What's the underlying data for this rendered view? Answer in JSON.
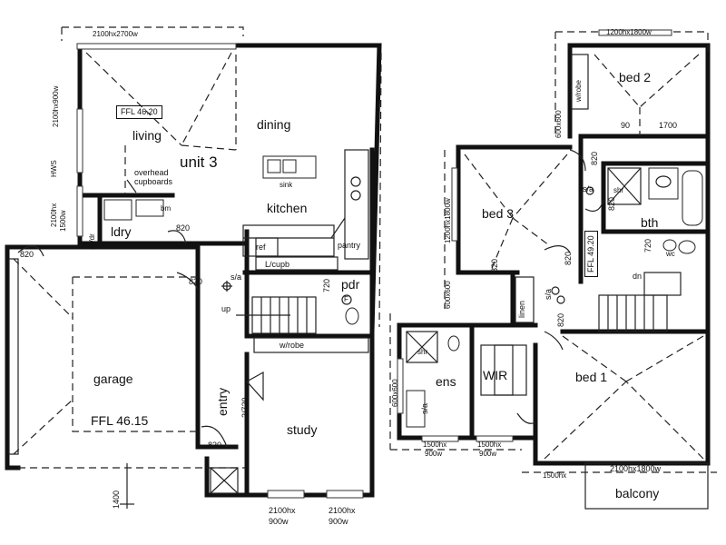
{
  "ground": {
    "unit": "unit 3",
    "ffl_upper": "FFL 46.20",
    "ffl_garage": "FFL 46.15",
    "rooms": {
      "living": "living",
      "dining": "dining",
      "kitchen": "kitchen",
      "ldry": "ldry",
      "garage": "garage",
      "study": "study",
      "entry": "entry",
      "pdr": "pdr",
      "pantry": "pantry"
    },
    "labels": {
      "sink": "sink",
      "ref": "ref",
      "lcupb": "L/cupb",
      "wrobe": "w/robe",
      "up": "up",
      "overhead": "overhead",
      "cupboards": "cupboards",
      "hws": "HWS",
      "sldr": "sL/dr",
      "bm": "bm",
      "sa1": "s/a",
      "f": "F"
    },
    "dims": {
      "window_top": "2100hx2700w",
      "window_left": "2100hx900w",
      "window_left2a": "2100hx",
      "window_left2b": "1500w",
      "d820_ldry": "820",
      "d820_garage": "820",
      "d820_hall": "820",
      "d820_entry": "820",
      "d720_pdr": "720",
      "d2720": "2/720",
      "d1400": "1400",
      "study_w1a": "2100hx",
      "study_w1b": "900w",
      "study_w2a": "2100hx",
      "study_w2b": "900w"
    }
  },
  "upper": {
    "ffl": "FFL 49.20",
    "rooms": {
      "bed2": "bed 2",
      "bed3": "bed 3",
      "bed1": "bed 1",
      "bth": "bth",
      "ens": "ens",
      "wir": "WIR",
      "linen": "linen",
      "balcony": "balcony",
      "dn": "dn"
    },
    "labels": {
      "wrobe": "w/robe",
      "shr_bth": "shr",
      "shr_ens": "shr",
      "wc": "wc",
      "sa1": "s/a",
      "sa2": "s/a",
      "sa3": "s/a"
    },
    "dims": {
      "top_window": "1200hx1800w",
      "d600a": "600x600",
      "d1700": "1700",
      "d90": "90",
      "d820a": "820",
      "d820b": "820",
      "d820c": "820",
      "d820d": "820",
      "d820e": "820",
      "d720": "720",
      "bed3_win": "1200hx1800w",
      "bed3_win2": "600x600",
      "ens_win": "600x600",
      "ens_bot_a": "1500hx",
      "ens_bot_b": "900w",
      "wir_bot_a": "1500hx",
      "wir_bot_b": "900w",
      "bal_left": "1500hx",
      "bal_right": "2100hx1800w"
    }
  }
}
